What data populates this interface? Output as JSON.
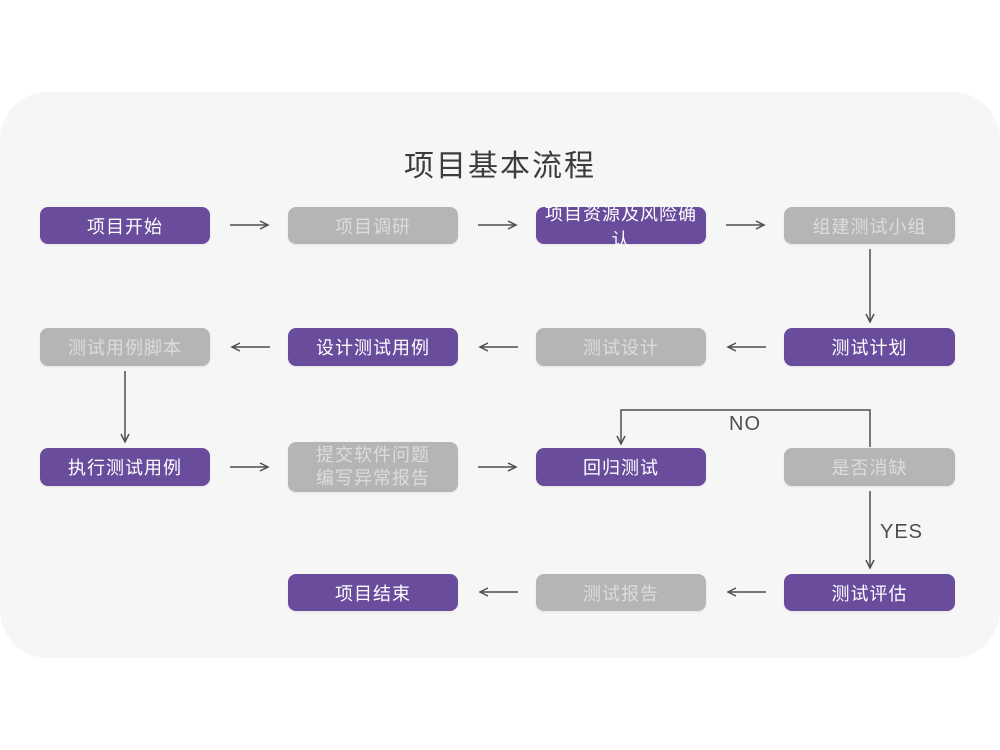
{
  "title": "项目基本流程",
  "colors": {
    "card_background": "#f6f6f6",
    "node_purple": "#6a4c9d",
    "node_gray": "#b5b5b5",
    "node_text_on_purple": "#ffffff",
    "node_text_on_gray": "#dcdcdc",
    "arrow": "#4f4f4f",
    "title_text": "#3c3c3c"
  },
  "branch_labels": {
    "no": "NO",
    "yes": "YES"
  },
  "nodes": [
    {
      "id": "project-start",
      "label": "项目开始",
      "type": "purple"
    },
    {
      "id": "project-research",
      "label": "项目调研",
      "type": "gray"
    },
    {
      "id": "project-resources-risk-confirm",
      "label": "项目资源及风险确认",
      "type": "purple"
    },
    {
      "id": "build-test-team",
      "label": "组建测试小组",
      "type": "gray"
    },
    {
      "id": "test-case-script",
      "label": "测试用例脚本",
      "type": "gray"
    },
    {
      "id": "design-test-cases",
      "label": "设计测试用例",
      "type": "purple"
    },
    {
      "id": "test-design",
      "label": "测试设计",
      "type": "gray"
    },
    {
      "id": "test-plan",
      "label": "测试计划",
      "type": "purple"
    },
    {
      "id": "execute-test-cases",
      "label": "执行测试用例",
      "type": "purple"
    },
    {
      "id": "submit-issues-write-report",
      "label_line1": "提交软件问题",
      "label_line2": "编写异常报告",
      "type": "gray"
    },
    {
      "id": "regression-test",
      "label": "回归测试",
      "type": "purple"
    },
    {
      "id": "defect-cleared-check",
      "label": "是否消缺",
      "type": "gray"
    },
    {
      "id": "project-end",
      "label": "项目结束",
      "type": "purple"
    },
    {
      "id": "test-report",
      "label": "测试报告",
      "type": "gray"
    },
    {
      "id": "test-evaluation",
      "label": "测试评估",
      "type": "purple"
    }
  ]
}
